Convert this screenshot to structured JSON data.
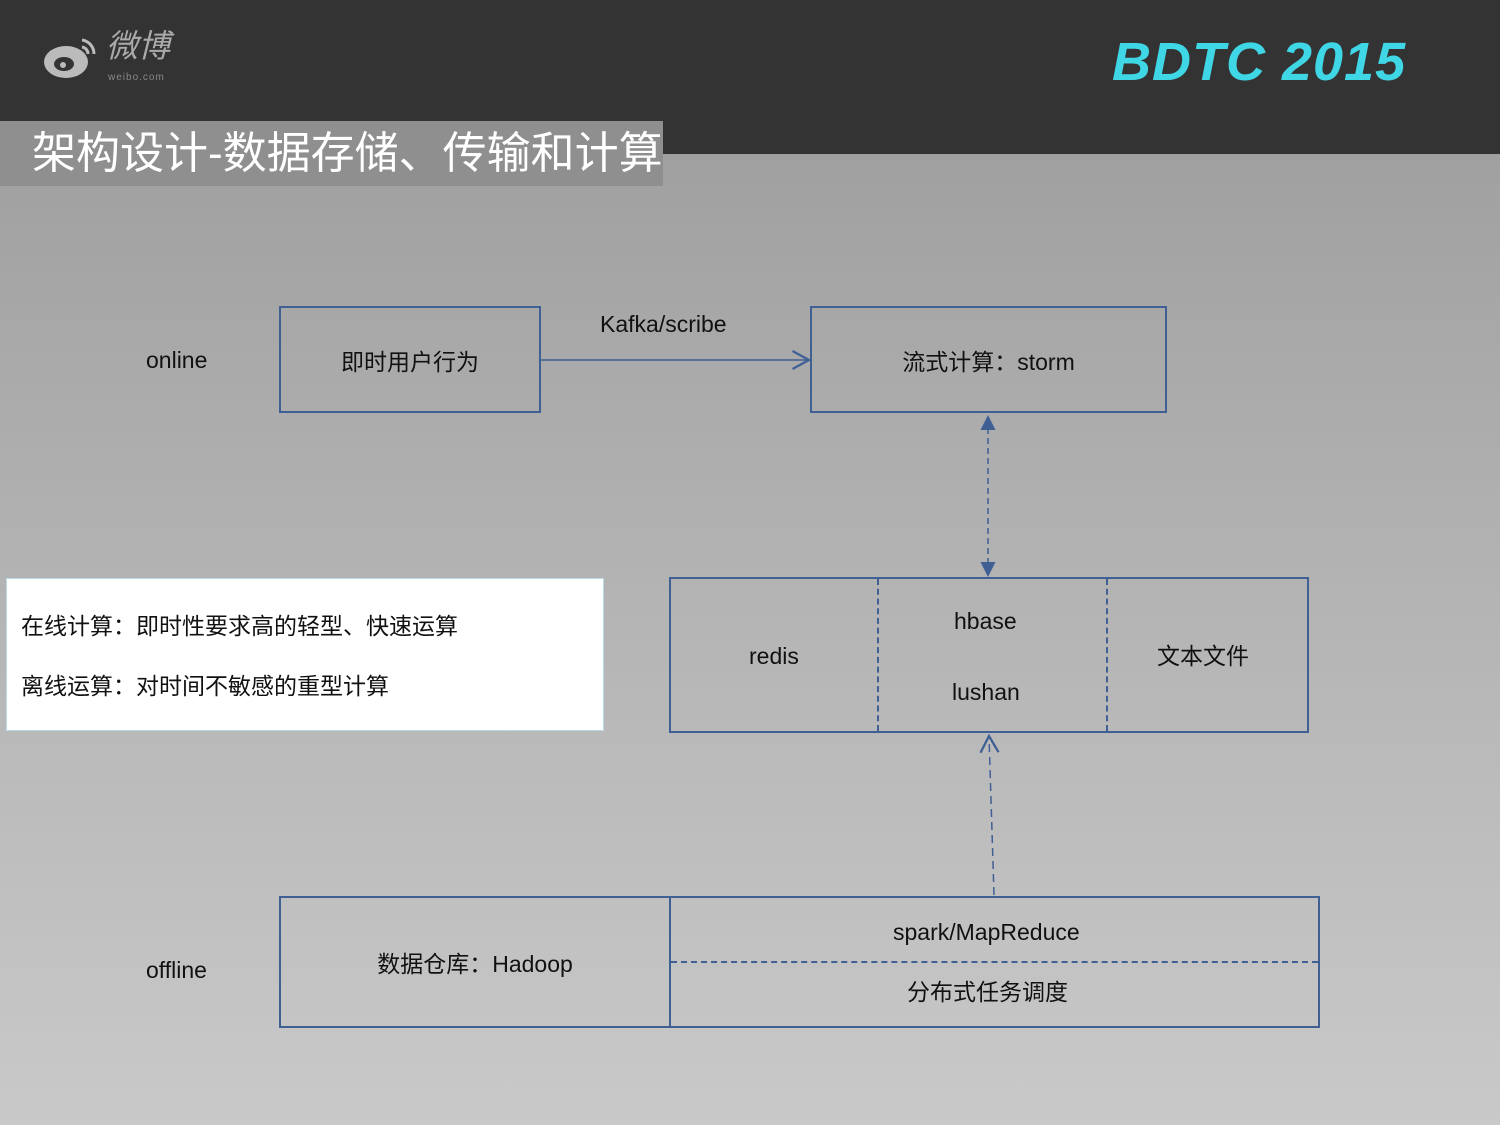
{
  "header": {
    "logo_cn": "微博",
    "logo_en": "weibo.com",
    "brand": "BDTC 2015",
    "title": "架构设计-数据存储、传输和计算"
  },
  "diagram": {
    "online_label": "online",
    "offline_label": "offline",
    "user_behavior": "即时用户行为",
    "transport": "Kafka/scribe",
    "stream": "流式计算：storm",
    "redis": "redis",
    "hbase": "hbase",
    "lushan": "lushan",
    "text_files": "文本文件",
    "warehouse": "数据仓库：Hadoop",
    "spark": "spark/MapReduce",
    "scheduler": "分布式任务调度"
  },
  "notes": [
    "在线计算：即时性要求高的轻型、快速运算",
    "离线运算：对时间不敏感的重型计算"
  ],
  "colors": {
    "line": "#3f5f95",
    "brand": "#3fd6e6"
  }
}
